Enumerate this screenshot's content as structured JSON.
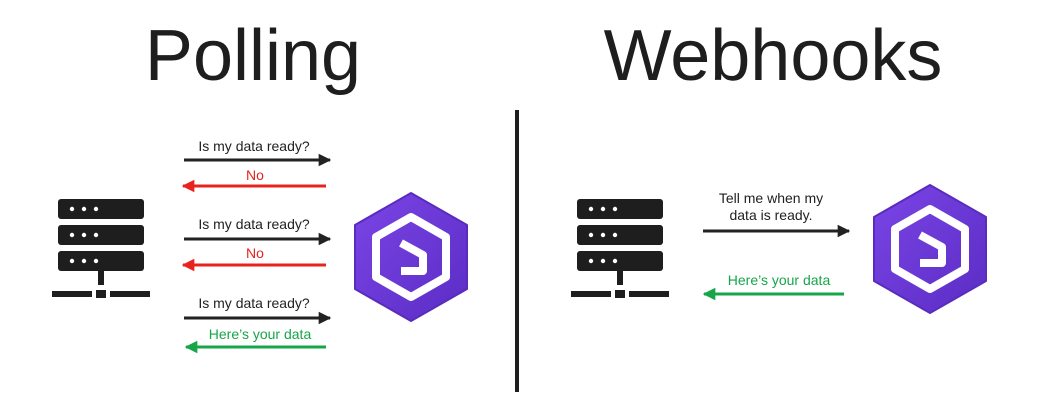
{
  "polling": {
    "title": "Polling",
    "messages": [
      {
        "text": "Is my data ready?",
        "direction": "to-service",
        "color": "#222222"
      },
      {
        "text": "No",
        "direction": "to-client",
        "color": "#e8221c"
      },
      {
        "text": "Is my data ready?",
        "direction": "to-service",
        "color": "#222222"
      },
      {
        "text": "No",
        "direction": "to-client",
        "color": "#e8221c"
      },
      {
        "text": "Is my data ready?",
        "direction": "to-service",
        "color": "#222222"
      },
      {
        "text": "Here’s your data",
        "direction": "to-client",
        "color": "#17a54a"
      }
    ]
  },
  "webhooks": {
    "title": "Webhooks",
    "messages": [
      {
        "text_line1": "Tell me when my",
        "text_line2": "data is ready.",
        "direction": "to-service",
        "color": "#222222"
      },
      {
        "text": "Here’s your data",
        "direction": "to-client",
        "color": "#17a54a"
      }
    ]
  },
  "icons": {
    "client": "server-icon",
    "service": "hexagon-logo-icon"
  },
  "colors": {
    "dark": "#222222",
    "red": "#e8221c",
    "green": "#17a54a",
    "logo_purple": "#6d38d6",
    "logo_purple_dark": "#5a2bbf"
  }
}
